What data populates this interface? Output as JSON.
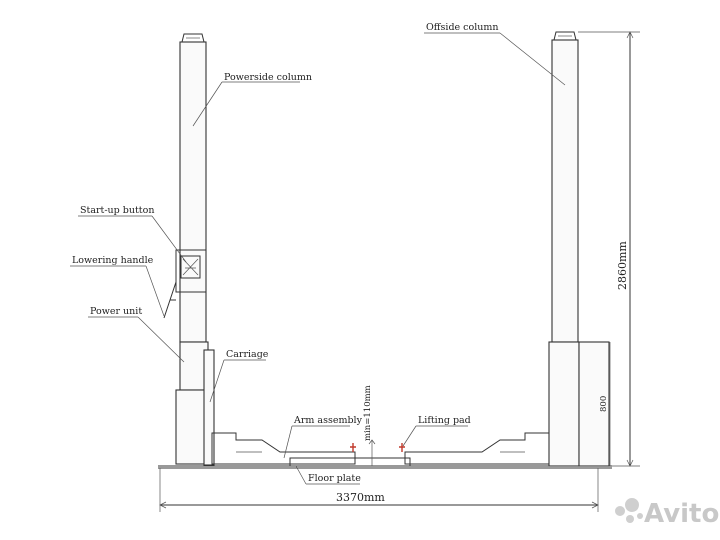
{
  "labels": {
    "offside_column": "Offside column",
    "powerside_column": "Powerside column",
    "startup_button": "Start-up button",
    "lowering_handle": "Lowering handle",
    "power_unit": "Power unit",
    "carriage": "Carriage",
    "arm_assembly": "Arm assembly",
    "lifting_pad": "Lifting pad",
    "floor_plate": "Floor plate"
  },
  "dimensions": {
    "total_width": "3370mm",
    "total_height": "2860mm",
    "min_height": "min=110mm",
    "carriage_height": "800"
  },
  "watermark": "Avito"
}
